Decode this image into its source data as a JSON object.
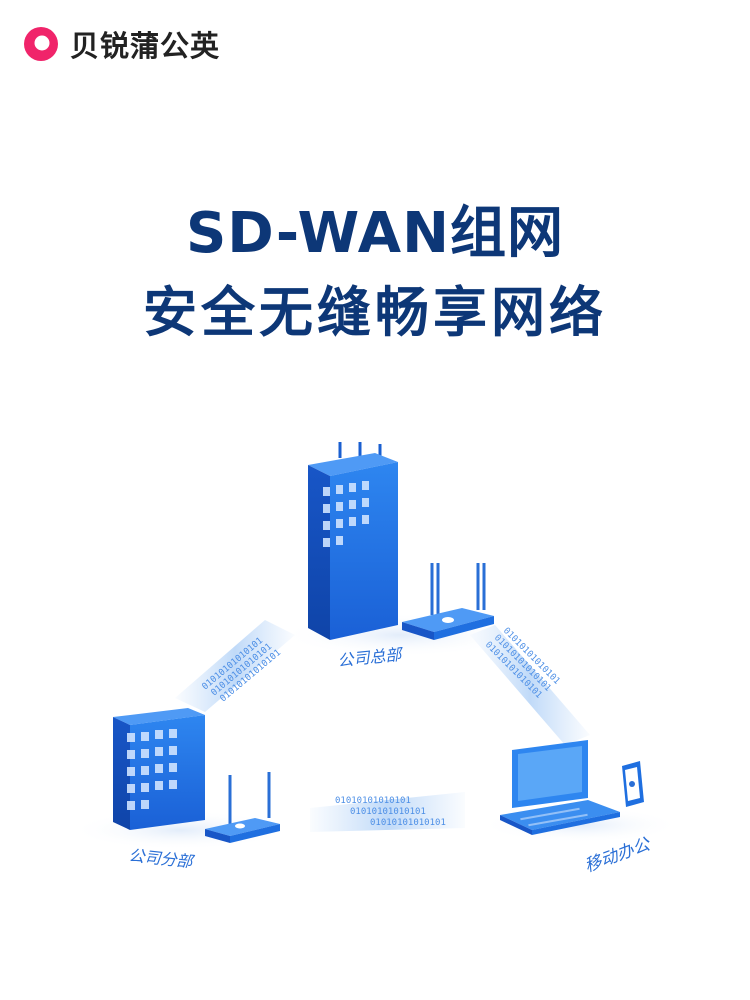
{
  "brand": {
    "name": "贝锐蒲公英",
    "logo_icon": "dandelion-logo-icon",
    "color": "#f0246a"
  },
  "headline": {
    "line1": "SD-WAN组网",
    "line2": "安全无缝畅享网络"
  },
  "nodes": {
    "headquarters": {
      "label": "公司总部"
    },
    "branch": {
      "label": "公司分部"
    },
    "mobile": {
      "label": "移动办公"
    }
  },
  "data_streams": {
    "bits": "01010101010101"
  },
  "colors": {
    "title": "#0d3777",
    "accent": "#2a6fd6",
    "building": "#1f6fe0"
  }
}
